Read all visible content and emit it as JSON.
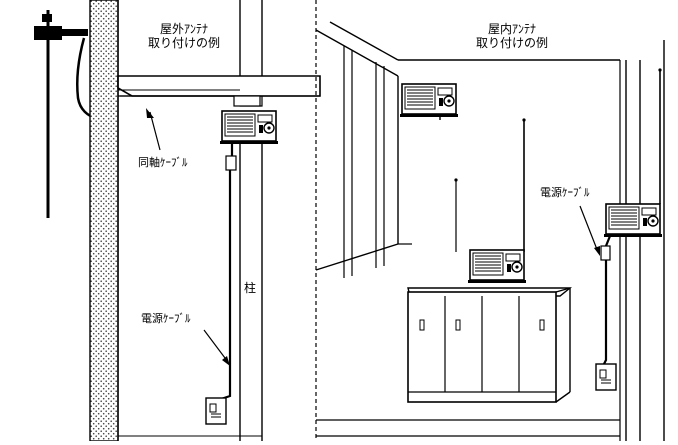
{
  "outdoor": {
    "title_line1": "屋外ｱﾝﾃﾅ",
    "title_line2": "取り付けの例",
    "label_coax": "同軸ｹｰﾌﾞﾙ",
    "label_power": "電源ｹｰﾌﾞﾙ",
    "label_pillar": "柱"
  },
  "indoor": {
    "title_line1": "屋内ｱﾝﾃﾅ",
    "title_line2": "取り付けの例",
    "label_power": "電源ｹｰﾌﾞﾙ"
  }
}
